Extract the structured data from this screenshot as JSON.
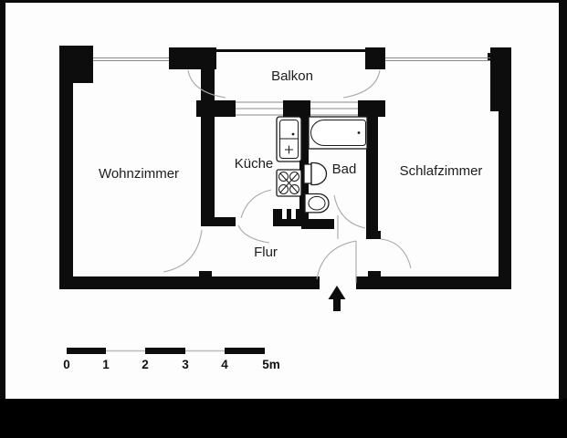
{
  "floor_plan": {
    "rooms": {
      "balkon": "Balkon",
      "wohnzimmer": "Wohnzimmer",
      "kueche": "Küche",
      "bad": "Bad",
      "schlafzimmer": "Schlafzimmer",
      "flur": "Flur"
    },
    "scale_bar": {
      "ticks": [
        "0",
        "1",
        "2",
        "3",
        "4",
        "5m"
      ]
    },
    "colors": {
      "wall": "#0d0d0d",
      "paper": "#fdfdfd",
      "frame": "#000000",
      "door_arc": "#a8a8a8"
    },
    "icons": {
      "entrance_arrow": "up-arrow"
    }
  }
}
